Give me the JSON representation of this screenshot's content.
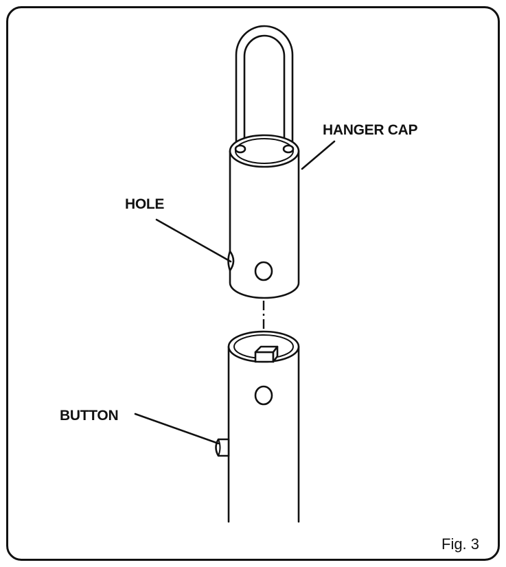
{
  "labels": {
    "hanger_cap": "HANGER CAP",
    "hole": "HOLE",
    "button": "BUTTON"
  },
  "figure_caption": "Fig. 3",
  "colors": {
    "line": "#111111",
    "background": "#ffffff"
  }
}
